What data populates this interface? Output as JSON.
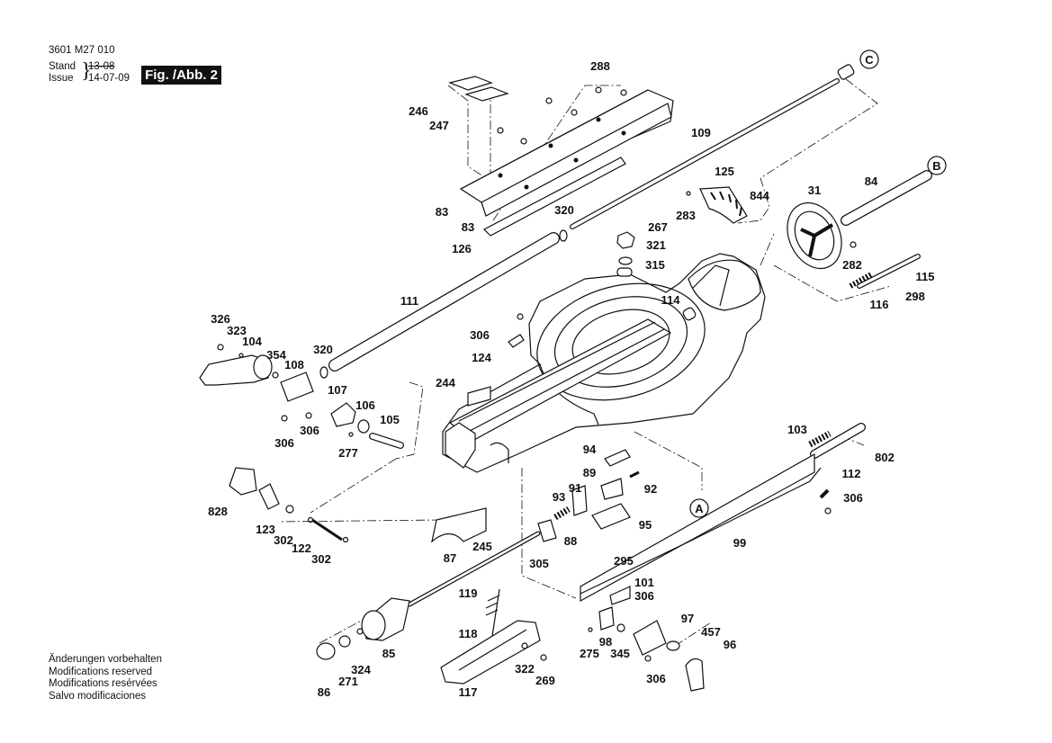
{
  "header": {
    "doc_number": "3601 M27 010",
    "stand_label": "Stand",
    "issue_label": "Issue",
    "date_old": "13-08",
    "date_new": "14-07-09",
    "figure_label": "Fig. /Abb. 2"
  },
  "notes": [
    "Änderungen vorbehalten",
    "Modifications reserved",
    "Modifications resérvées",
    "Salvo modificaciones"
  ],
  "callouts": [
    "A",
    "B",
    "C"
  ],
  "part_labels": [
    "288",
    "246",
    "247",
    "83",
    "83",
    "126",
    "109",
    "320",
    "267",
    "321",
    "315",
    "125",
    "844",
    "283",
    "31",
    "84",
    "282",
    "115",
    "298",
    "116",
    "114",
    "111",
    "306",
    "124",
    "244",
    "326",
    "323",
    "104",
    "354",
    "108",
    "320",
    "107",
    "106",
    "105",
    "277",
    "306",
    "306",
    "94",
    "89",
    "92",
    "91",
    "93",
    "95",
    "88",
    "295",
    "305",
    "103",
    "802",
    "112",
    "306",
    "99",
    "828",
    "123",
    "302",
    "122",
    "302",
    "245",
    "87",
    "119",
    "118",
    "101",
    "306",
    "97",
    "457",
    "96",
    "98",
    "275",
    "345",
    "306",
    "85",
    "324",
    "271",
    "86",
    "117",
    "322",
    "269"
  ]
}
